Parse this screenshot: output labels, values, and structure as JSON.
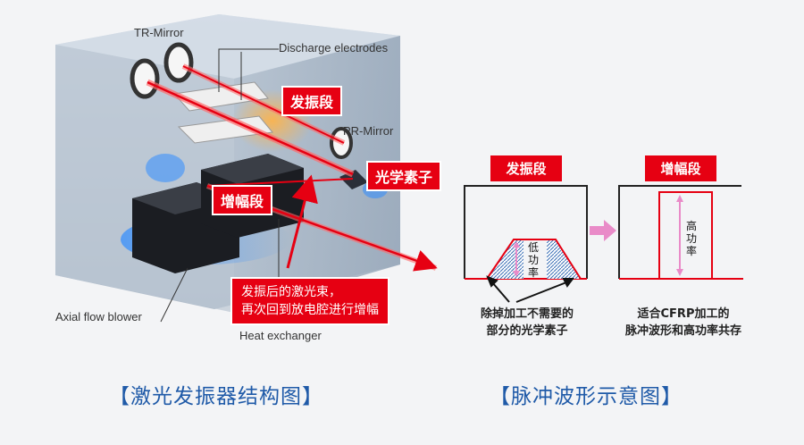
{
  "structure": {
    "labels": {
      "tr_mirror": "TR-Mirror",
      "discharge_electrodes": "Discharge electrodes",
      "pr_mirror": "PR-Mirror",
      "axial_flow_blower": "Axial flow blower",
      "heat_exchanger": "Heat exchanger"
    },
    "tags": {
      "oscillation": "发振段",
      "optical_element": "光学素子",
      "amplification": "增幅段"
    },
    "note_lines": [
      "发振后的激光束，",
      "再次回到放电腔进行增幅"
    ],
    "title": "【激光发振器结构图】"
  },
  "waveform": {
    "left_box_label": "发振段",
    "right_box_label": "增幅段",
    "low_power_chars": [
      "低",
      "功",
      "率"
    ],
    "high_power_chars": [
      "高",
      "功",
      "率"
    ],
    "left_caption": [
      "除掉加工不需要的",
      "部分的光学素子"
    ],
    "right_caption": [
      "适合CFRP加工的",
      "脉冲波形和高功率共存"
    ],
    "title": "【脉冲波形示意图】"
  },
  "colors": {
    "accent_red": "#e60012",
    "title_blue": "#1f5aa8",
    "arrow_pink": "#e98bc8"
  }
}
